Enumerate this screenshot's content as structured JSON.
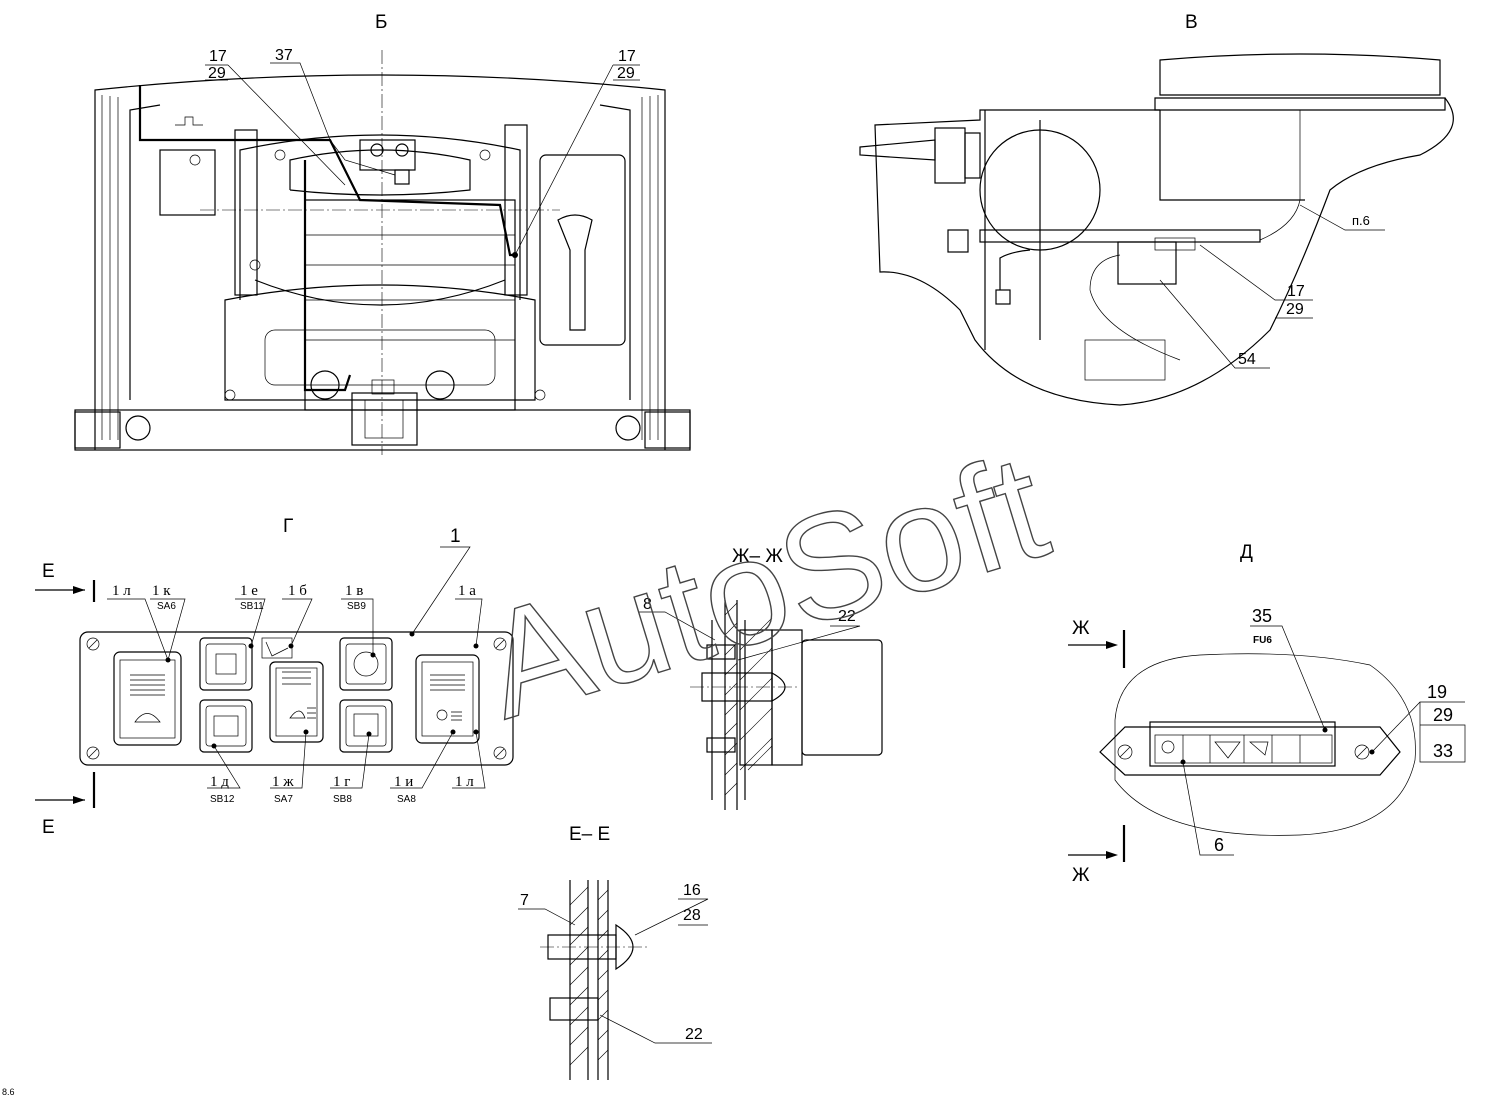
{
  "views": {
    "b": "Б",
    "v": "В",
    "g": "Г",
    "d": "Д",
    "e_section": "Е– Е",
    "zh_section": "Ж– Ж",
    "e_mark": "Е",
    "zh_mark": "Ж"
  },
  "labels": {
    "l17": "17",
    "l29": "29",
    "l37": "37",
    "l17b": "17",
    "l29b": "29",
    "p6": "п.6",
    "l17c": "17",
    "l29c": "29",
    "l54": "54",
    "l1": "1",
    "l8": "8",
    "l22": "22",
    "l35": "35",
    "fu6": "FU6",
    "l19": "19",
    "l29d": "29",
    "l33": "33",
    "l6": "6",
    "l7": "7",
    "l16": "16",
    "l28": "28",
    "l22b": "22"
  },
  "switch_labels": {
    "c1l": "1 л",
    "c1k": "1 к",
    "sa6": "SA6",
    "c1e": "1 е",
    "sb11": "SB11",
    "c1b": "1 б",
    "c1v": "1 в",
    "sb9": "SB9",
    "c1a": "1 а",
    "c1d": "1 д",
    "sb12": "SB12",
    "c1zh": "1 ж",
    "sa7": "SA7",
    "c1g": "1 г",
    "sb8": "SB8",
    "c1i": "1 и",
    "sa8": "SA8",
    "c1l2": "1 л"
  },
  "corner_note": "8.6",
  "watermark": "AutoSoft"
}
